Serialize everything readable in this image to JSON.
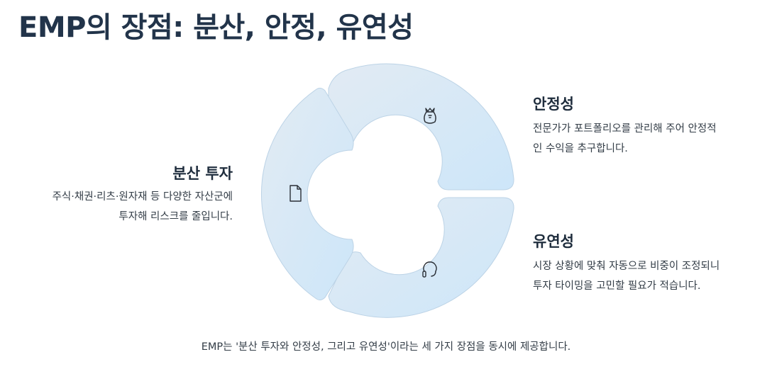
{
  "title": "EMP의 장점: 분산, 안정, 유연성",
  "segments": [
    {
      "heading": "안정성",
      "description_lines": [
        "전문가가 포트폴리오를 관리해 주어 안정적",
        "인 수익을 추구합니다."
      ],
      "icon": "money-bag-icon"
    },
    {
      "heading": "유연성",
      "description_lines": [
        "시장 상황에 맞춰 자동으로 비중이 조정되니",
        "투자 타이밍을 고민할 필요가 적습니다."
      ],
      "icon": "headset-icon"
    },
    {
      "heading": "분산 투자",
      "description_lines": [
        "주식·채권·리츠·원자재 등 다양한 자산군에",
        "투자해 리스크를 줄입니다."
      ],
      "icon": "document-icon"
    }
  ],
  "footer": "EMP는 '분산 투자와 안정성, 그리고 유연성'이라는 세 가지 장점을 동시에 제공합니다.",
  "colors": {
    "segment_fill_light": "#dfe9f3",
    "segment_fill_dark": "#cfe6f8",
    "segment_stroke": "#bcd3e6",
    "icon_stroke": "#2a2f36"
  }
}
